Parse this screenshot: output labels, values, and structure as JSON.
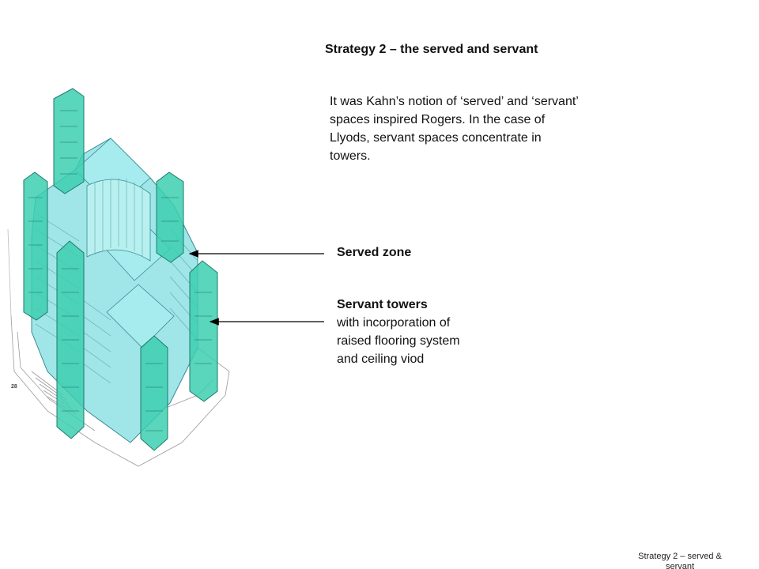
{
  "slide": {
    "title": "Strategy 2 – the served and servant",
    "intro": "It was Kahn’s notion of ‘served’ and ‘servant’ spaces inspired Rogers. In the case of Llyods, servant spaces concentrate in towers.",
    "labels": {
      "served_zone": "Served zone",
      "servant_towers_lead": "Servant towers",
      "servant_towers_detail": "with incorporation of raised flooring system and ceiling viod"
    },
    "illustration": {
      "page_number": "28",
      "served_color": "#8fe0e4",
      "servant_color": "#3ccfb0"
    },
    "footer": "Strategy 2 – served & servant"
  }
}
